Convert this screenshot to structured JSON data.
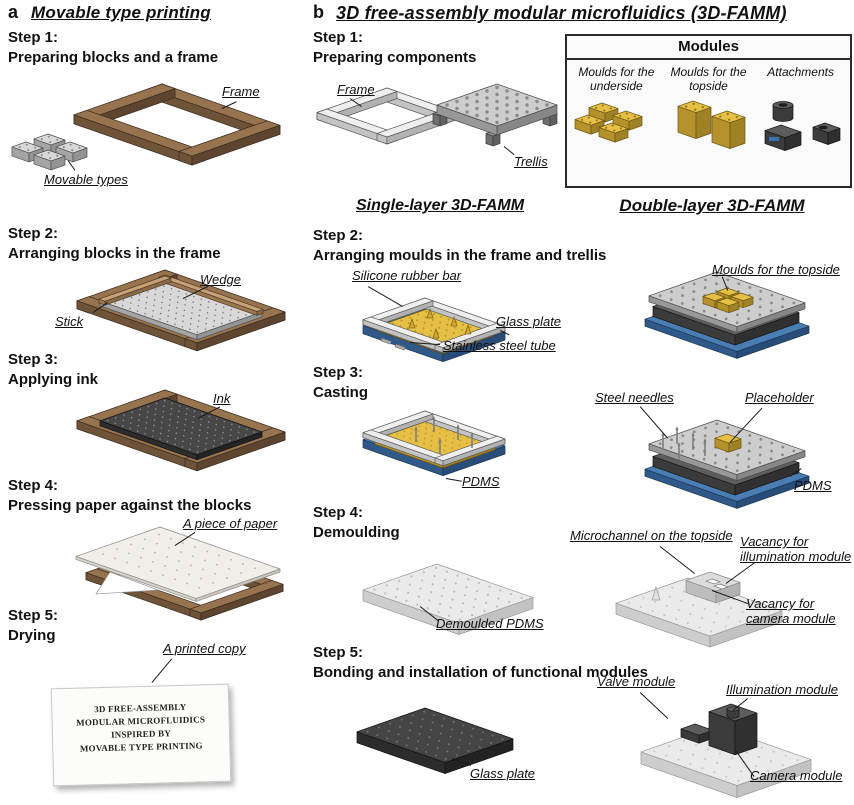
{
  "colors": {
    "mould_yellow": "#E5C044",
    "glass_blue": "#4A7DB3",
    "frame_brown": "#97734F",
    "module_dark": "#4A4A4A"
  },
  "panel_a": {
    "tag": "a",
    "title": "Movable type printing",
    "steps": {
      "s1": {
        "num": "Step 1:",
        "desc": "Preparing blocks and a frame"
      },
      "s2": {
        "num": "Step 2:",
        "desc": "Arranging blocks in the frame"
      },
      "s3": {
        "num": "Step 3:",
        "desc": "Applying ink"
      },
      "s4": {
        "num": "Step 4:",
        "desc": "Pressing paper against the blocks"
      },
      "s5": {
        "num": "Step 5:",
        "desc": "Drying"
      }
    },
    "annotations": {
      "frame": "Frame",
      "movable_types": "Movable types",
      "wedge": "Wedge",
      "stick": "Stick",
      "ink": "Ink",
      "paper": "A piece of paper",
      "printed_copy": "A printed copy"
    },
    "printed_text": "3D FREE-ASSEMBLY\nMODULAR MICROFLUIDICS\nINSPIRED BY\nMOVABLE TYPE PRINTING"
  },
  "panel_b": {
    "tag": "b",
    "title": "3D free-assembly modular microfluidics (3D-FAMM)",
    "steps": {
      "s1": {
        "num": "Step 1:",
        "desc": "Preparing components"
      },
      "s2": {
        "num": "Step 2:",
        "desc": "Arranging moulds in the frame and trellis"
      },
      "s3": {
        "num": "Step 3:",
        "desc": "Casting"
      },
      "s4": {
        "num": "Step 4:",
        "desc": "Demoulding"
      },
      "s5": {
        "num": "Step 5:",
        "desc": "Bonding and installation of functional modules"
      }
    },
    "modules_box": {
      "title": "Modules",
      "categories": [
        "Moulds for the underside",
        "Moulds for the topside",
        "Attachments"
      ]
    },
    "single_layer_title": "Single-layer 3D-FAMM",
    "double_layer_title": "Double-layer 3D-FAMM",
    "annotations": {
      "frame": "Frame",
      "trellis": "Trellis",
      "silicone_rubber_bar": "Silicone rubber bar",
      "glass_plate": "Glass plate",
      "stainless_steel_tube": "Stainless steel tube",
      "moulds_for_topside": "Moulds for the topside",
      "steel_needles": "Steel needles",
      "placeholder": "Placeholder",
      "pdms_single": "PDMS",
      "pdms_double": "PDMS",
      "demoulded_pdms": "Demoulded PDMS",
      "microchannel_topside": "Microchannel on the topside",
      "vacancy_illumination": "Vacancy for\nillumination module",
      "vacancy_camera": "Vacancy for\ncamera module",
      "glass_plate_bonding": "Glass plate",
      "valve_module": "Valve module",
      "illumination_module": "Illumination module",
      "camera_module": "Camera module"
    }
  }
}
